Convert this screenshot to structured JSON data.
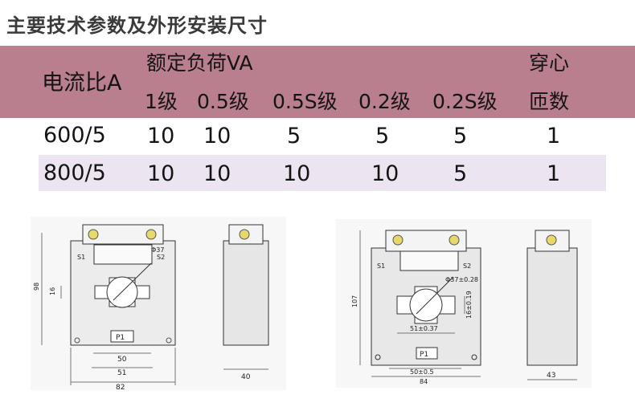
{
  "section_title": "主要技术参数及外形安装尺寸",
  "table": {
    "ratio_header": "电流比A",
    "load_header": "额定负荷VA",
    "turns_header_line1": "穿心",
    "turns_header_line2": "匝数",
    "class_headers": [
      "1级",
      "0.5级",
      "0.5S级",
      "0.2级",
      "0.2S级"
    ],
    "rows": [
      {
        "ratio": "600/5",
        "values": [
          "10",
          "10",
          "5",
          "5",
          "5"
        ],
        "turns": "1"
      },
      {
        "ratio": "800/5",
        "values": [
          "10",
          "10",
          "10",
          "10",
          "5"
        ],
        "turns": "1"
      }
    ]
  },
  "drawing_left": {
    "s1": "S1",
    "s2": "S2",
    "p1": "P1",
    "bore": "Φ37",
    "height": "98",
    "window": "16",
    "w50": "50",
    "w51": "51",
    "w82": "82",
    "depth": "40"
  },
  "drawing_right": {
    "s1": "S1",
    "s2": "S2",
    "p1": "P1",
    "bore": "Φ37±0.28",
    "height": "107",
    "window": "16±0.19",
    "slot": "51±0.37",
    "w50": "50±0.5",
    "w84": "84",
    "depth": "43"
  },
  "colors": {
    "header_band": "#b97f8e",
    "row_band": "#ece5f1",
    "drawing_bg": "#f7f7f7"
  }
}
